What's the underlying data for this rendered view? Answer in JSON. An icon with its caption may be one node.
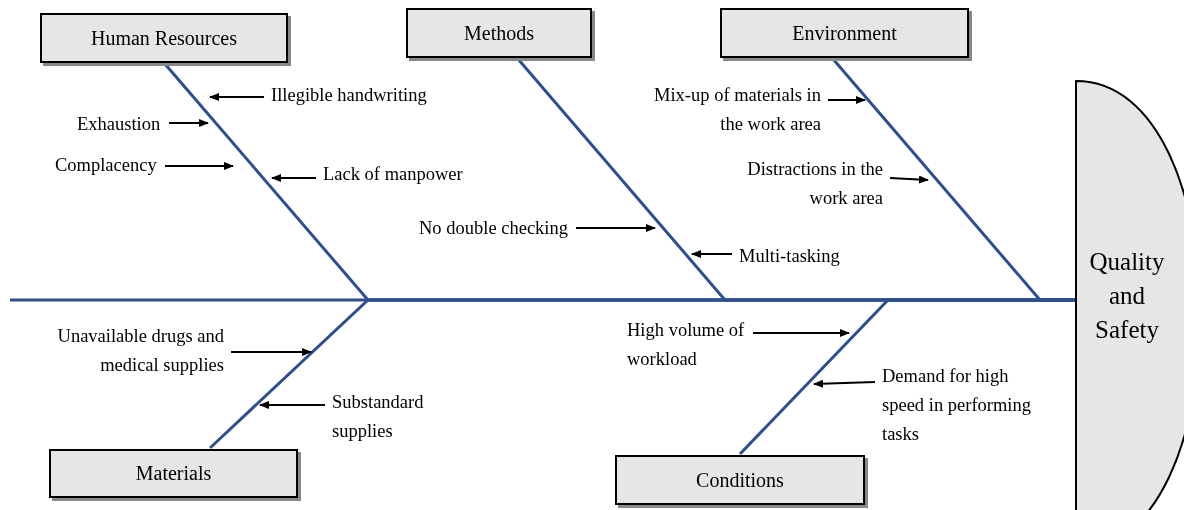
{
  "diagram": {
    "nodes": [
      {
        "text": [
          "Human Resources"
        ]
      },
      {
        "text": [
          "Methods"
        ]
      },
      {
        "text": [
          "Environment"
        ]
      },
      {
        "text": [
          "Materials"
        ]
      },
      {
        "text": [
          "Conditions"
        ]
      },
      {
        "text": [
          "Quality and Safety"
        ]
      },
      {
        "text": [
          "Illegible handwriting"
        ]
      },
      {
        "text": [
          "Exhaustion"
        ]
      },
      {
        "text": [
          "Complacency"
        ]
      },
      {
        "text": [
          "Lack of manpower"
        ]
      },
      {
        "text": [
          "No double checking"
        ]
      },
      {
        "text": [
          "Multi-tasking"
        ]
      },
      {
        "text": [
          "Mix-up of materials in the work area"
        ]
      },
      {
        "text": [
          "Distractions in the work area"
        ]
      },
      {
        "text": [
          "Unavailable drugs and medical supplies"
        ]
      },
      {
        "text": [
          "Substandard supplies"
        ]
      },
      {
        "text": [
          "High volume of workload"
        ]
      },
      {
        "text": [
          "Demand for high speed in performing tasks"
        ]
      }
    ],
    "edges": [
      {
        "from": 0,
        "to": 5,
        "arrow": "none",
        "color": "#2e4f8f"
      },
      {
        "from": 1,
        "to": 5,
        "arrow": "none",
        "color": "#2e4f8f"
      },
      {
        "from": 2,
        "to": 5,
        "arrow": "none",
        "color": "#2e4f8f"
      },
      {
        "from": 3,
        "to": 5,
        "arrow": "none",
        "color": "#2e4f8f"
      },
      {
        "from": 4,
        "to": 5,
        "arrow": "none",
        "color": "#2e4f8f"
      },
      {
        "from": 6,
        "to": null,
        "arrow": "to"
      },
      {
        "from": 7,
        "to": null,
        "arrow": "to"
      },
      {
        "from": 8,
        "to": null,
        "arrow": "to"
      },
      {
        "from": 9,
        "to": null,
        "arrow": "to"
      },
      {
        "from": 10,
        "to": null,
        "arrow": "to"
      },
      {
        "from": 11,
        "to": null,
        "arrow": "to"
      },
      {
        "from": 12,
        "to": null,
        "arrow": "to"
      },
      {
        "from": 13,
        "to": null,
        "arrow": "to"
      },
      {
        "from": 14,
        "to": null,
        "arrow": "to"
      },
      {
        "from": 15,
        "to": null,
        "arrow": "to"
      },
      {
        "from": 16,
        "to": null,
        "arrow": "to"
      },
      {
        "from": 17,
        "to": null,
        "arrow": "to"
      }
    ]
  }
}
